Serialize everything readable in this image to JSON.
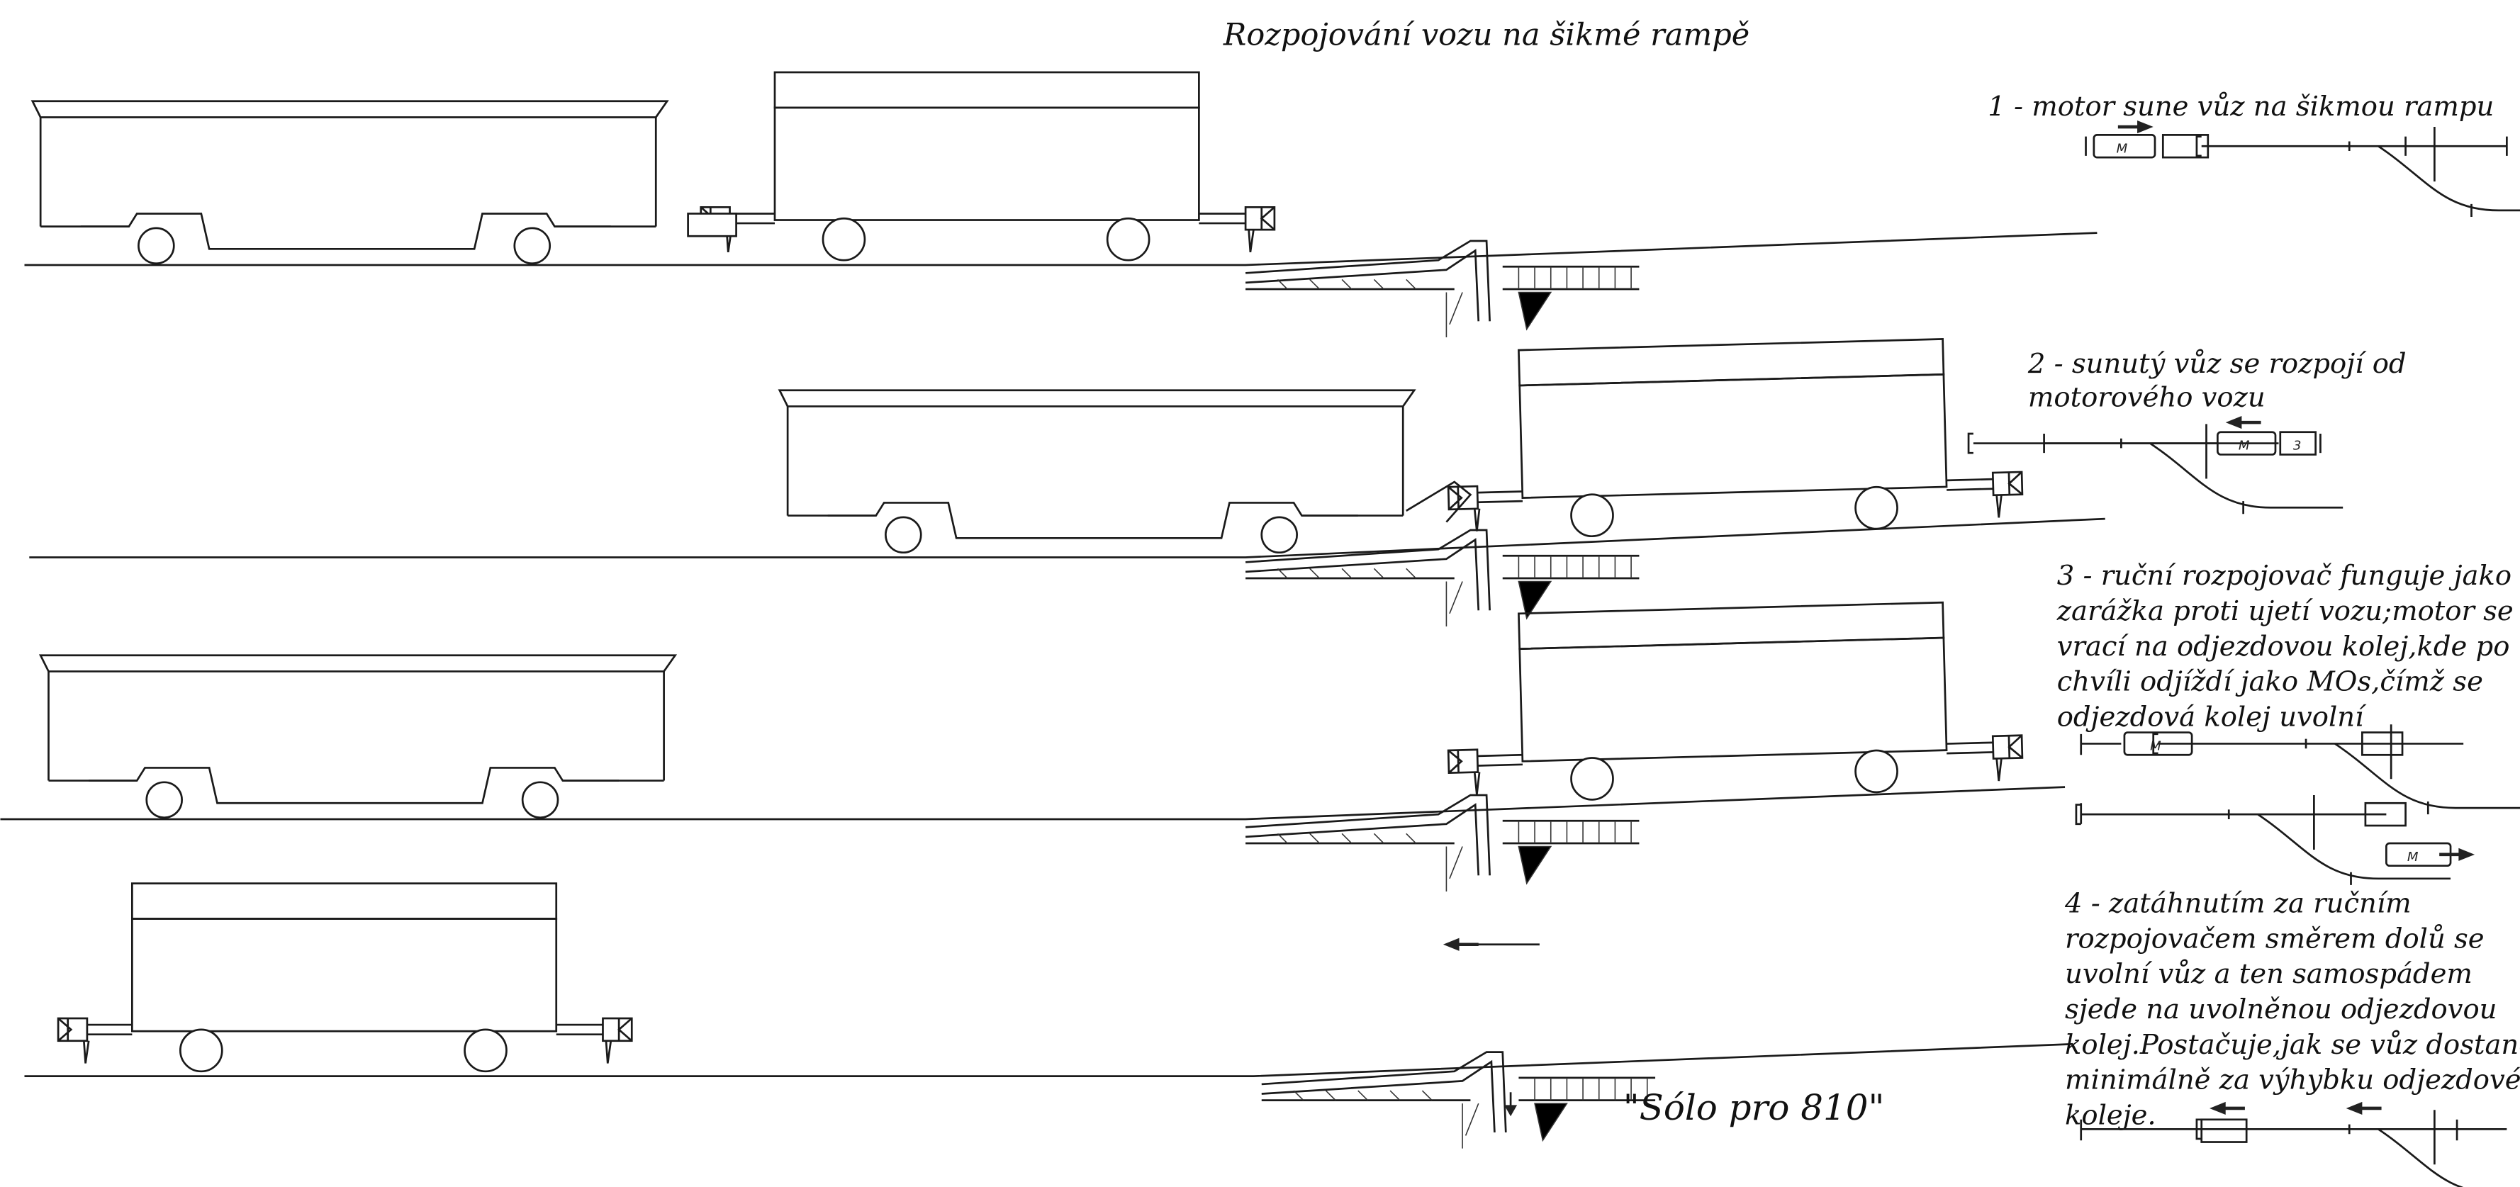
{
  "title": "Rozpojování vozu na šikmé rampě",
  "steps": [
    {
      "lines": [
        "1 - motor sune vůz na šikmou rampu"
      ]
    },
    {
      "lines": [
        "2 - sunutý vůz se rozpojí od",
        "motorového vozu"
      ]
    },
    {
      "lines": [
        "3 - ruční rozpojovač funguje jako",
        "zarážka proti ujetí vozu;motor se",
        "vrací na odjezdovou kolej,kde po",
        "chvíli odjíždí jako MOs,čímž se",
        "odjezdová kolej uvolní"
      ]
    },
    {
      "lines": [
        "4 - zatáhnutím za ručním",
        "rozpojovačem směrem dolů se",
        "uvolní vůz a ten samospádem",
        "sjede na uvolněnou odjezdovou",
        "kolej.Postačuje,jak se vůz dostane",
        "minimálně za výhybku odjezdové",
        "koleje."
      ]
    }
  ],
  "schematic_labels": {
    "motor": "M",
    "wagon_number": "3"
  },
  "caption": "\"Sólo pro 810\""
}
